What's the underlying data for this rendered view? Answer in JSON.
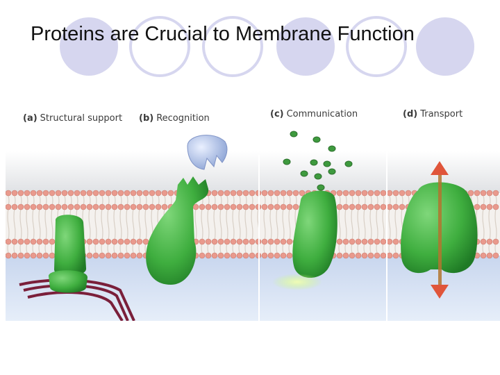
{
  "slide": {
    "title": "Proteins are Crucial to Membrane Function"
  },
  "panels": [
    {
      "letter": "(a)",
      "label": "Structural support"
    },
    {
      "letter": "(b)",
      "label": "Recognition"
    },
    {
      "letter": "(c)",
      "label": "Communication"
    },
    {
      "letter": "(d)",
      "label": "Transport"
    }
  ],
  "colors": {
    "protein": "#3fae3f",
    "lipid_head": "#e99a8d",
    "decor_circle": "#d2d2ee",
    "transport_arrow": "#e0553a"
  }
}
